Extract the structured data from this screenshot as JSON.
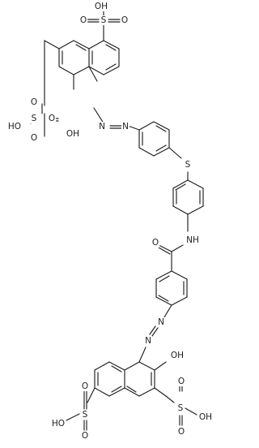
{
  "labels": {
    "top_so3h_oh": "OH",
    "top_so3h_s": "S",
    "top_so3h_o_left": "O",
    "top_so3h_o_right": "O",
    "left_so3h_o_top": "O",
    "left_so3h_s": "S",
    "left_so3h_o_right": "O",
    "left_so3h_oh": "HO",
    "left_so3h_o_bottom": "O",
    "top_naph_oh": "OH",
    "azo1_n1": "N",
    "azo1_n2": "N",
    "thioether_s": "S",
    "amide_nh": "NH",
    "amide_o": "O",
    "azo2_n1": "N",
    "azo2_n2": "N",
    "bot_naph_oh": "OH",
    "bot_left_so3h_o_top": "O",
    "bot_left_so3h_s": "S",
    "bot_left_so3h_oh": "HO",
    "bot_left_so3h_o_bottom": "O",
    "bot_right_so3h_o_top": "O",
    "bot_right_so3h_s": "S",
    "bot_right_so3h_oh": "OH",
    "bot_right_so3h_o_bottom": "O"
  }
}
